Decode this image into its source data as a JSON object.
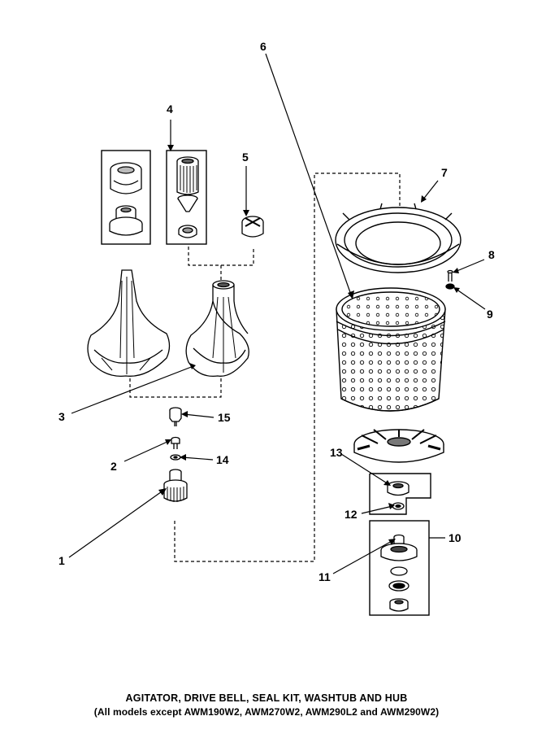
{
  "callouts": {
    "c1": "1",
    "c2": "2",
    "c3": "3",
    "c4": "4",
    "c5": "5",
    "c6": "6",
    "c7": "7",
    "c8": "8",
    "c9": "9",
    "c10": "10",
    "c11": "11",
    "c12": "12",
    "c13": "13",
    "c14": "14",
    "c15": "15"
  },
  "caption": {
    "line1": "AGITATOR, DRIVE BELL, SEAL KIT, WASHTUB AND HUB",
    "line2": "(All models except AWM190W2, AWM270W2, AWM290L2 and AWM290W2)"
  }
}
